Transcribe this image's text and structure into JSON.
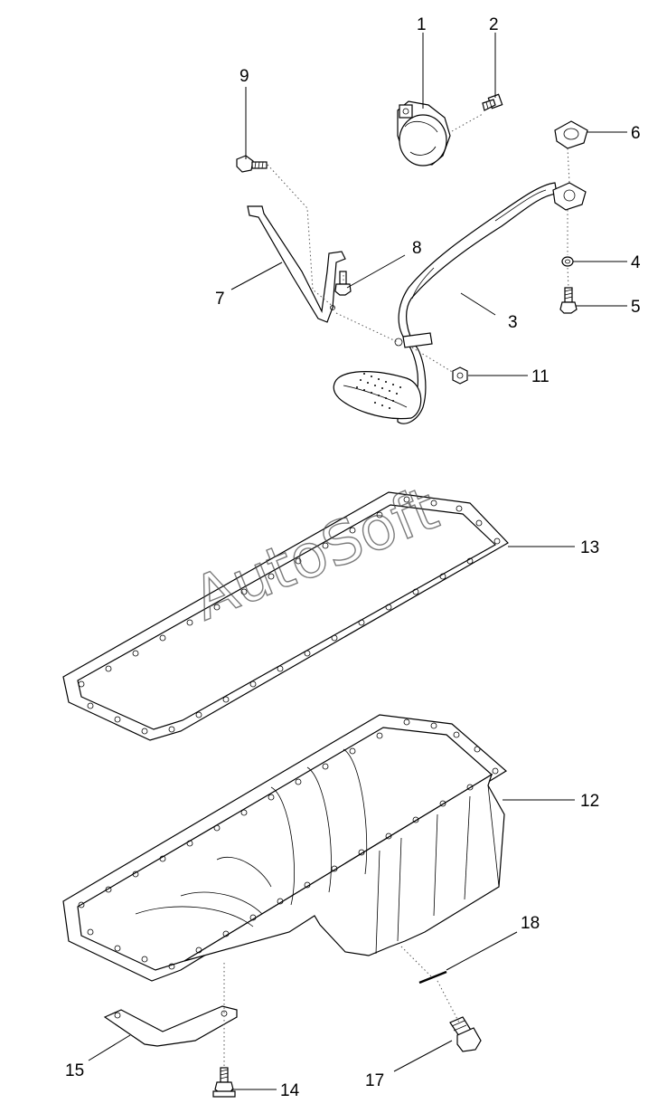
{
  "watermark": "AutoSoft",
  "callouts": [
    {
      "id": "1",
      "label": "1"
    },
    {
      "id": "2",
      "label": "2"
    },
    {
      "id": "3",
      "label": "3"
    },
    {
      "id": "4",
      "label": "4"
    },
    {
      "id": "5",
      "label": "5"
    },
    {
      "id": "6",
      "label": "6"
    },
    {
      "id": "7",
      "label": "7"
    },
    {
      "id": "8",
      "label": "8"
    },
    {
      "id": "9",
      "label": "9"
    },
    {
      "id": "11",
      "label": "11"
    },
    {
      "id": "12",
      "label": "12"
    },
    {
      "id": "13",
      "label": "13"
    },
    {
      "id": "14",
      "label": "14"
    },
    {
      "id": "15",
      "label": "15"
    },
    {
      "id": "17",
      "label": "17"
    },
    {
      "id": "18",
      "label": "18"
    }
  ]
}
